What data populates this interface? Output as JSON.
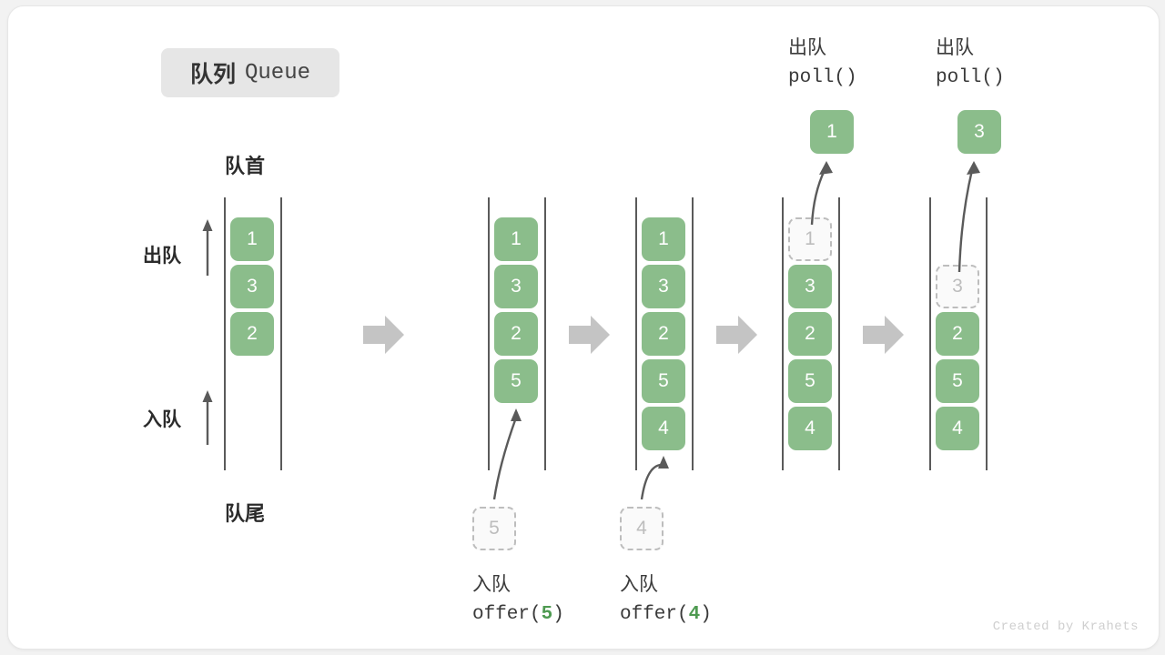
{
  "title": {
    "cn": "队列",
    "en": "Queue"
  },
  "labels": {
    "head": "队首",
    "tail": "队尾",
    "dequeue_arrow": "出队",
    "enqueue_arrow": "入队"
  },
  "columns": [
    {
      "name": "initial",
      "cells": [
        {
          "value": "1",
          "state": "filled"
        },
        {
          "value": "3",
          "state": "filled"
        },
        {
          "value": "2",
          "state": "filled"
        }
      ]
    },
    {
      "name": "after-offer-5",
      "cells": [
        {
          "value": "1",
          "state": "filled"
        },
        {
          "value": "3",
          "state": "filled"
        },
        {
          "value": "2",
          "state": "filled"
        },
        {
          "value": "5",
          "state": "filled"
        }
      ],
      "incoming": {
        "value": "5",
        "state": "ghost"
      },
      "op": {
        "cn": "入队",
        "fn": "offer(",
        "num": "5",
        "close": ")"
      }
    },
    {
      "name": "after-offer-4",
      "cells": [
        {
          "value": "1",
          "state": "filled"
        },
        {
          "value": "3",
          "state": "filled"
        },
        {
          "value": "2",
          "state": "filled"
        },
        {
          "value": "5",
          "state": "filled"
        },
        {
          "value": "4",
          "state": "filled"
        }
      ],
      "incoming": {
        "value": "4",
        "state": "ghost"
      },
      "op": {
        "cn": "入队",
        "fn": "offer(",
        "num": "4",
        "close": ")"
      }
    },
    {
      "name": "after-poll-1",
      "cells": [
        {
          "value": "1",
          "state": "ghost"
        },
        {
          "value": "3",
          "state": "filled"
        },
        {
          "value": "2",
          "state": "filled"
        },
        {
          "value": "5",
          "state": "filled"
        },
        {
          "value": "4",
          "state": "filled"
        }
      ],
      "popped": {
        "value": "1",
        "state": "pop"
      },
      "op": {
        "cn": "出队",
        "fn": "poll(",
        "num": "",
        "close": ")"
      }
    },
    {
      "name": "after-poll-3",
      "cells": [
        {
          "value": "",
          "state": "empty"
        },
        {
          "value": "3",
          "state": "ghost"
        },
        {
          "value": "2",
          "state": "filled"
        },
        {
          "value": "5",
          "state": "filled"
        },
        {
          "value": "4",
          "state": "filled"
        }
      ],
      "popped": {
        "value": "3",
        "state": "pop"
      },
      "op": {
        "cn": "出队",
        "fn": "poll(",
        "num": "",
        "close": ")"
      }
    }
  ],
  "step_arrows": 4,
  "watermark": "Created by Krahets",
  "colors": {
    "cell_fill": "#8bbd8b",
    "cell_text": "#ffffff",
    "ghost_border": "#bdbdbd",
    "ghost_fill": "#fafafa",
    "rail": "#5a5a5a",
    "step_arrow": "#c4c4c4",
    "accent_green": "#4e9a51",
    "chip_bg": "#e6e6e6"
  }
}
